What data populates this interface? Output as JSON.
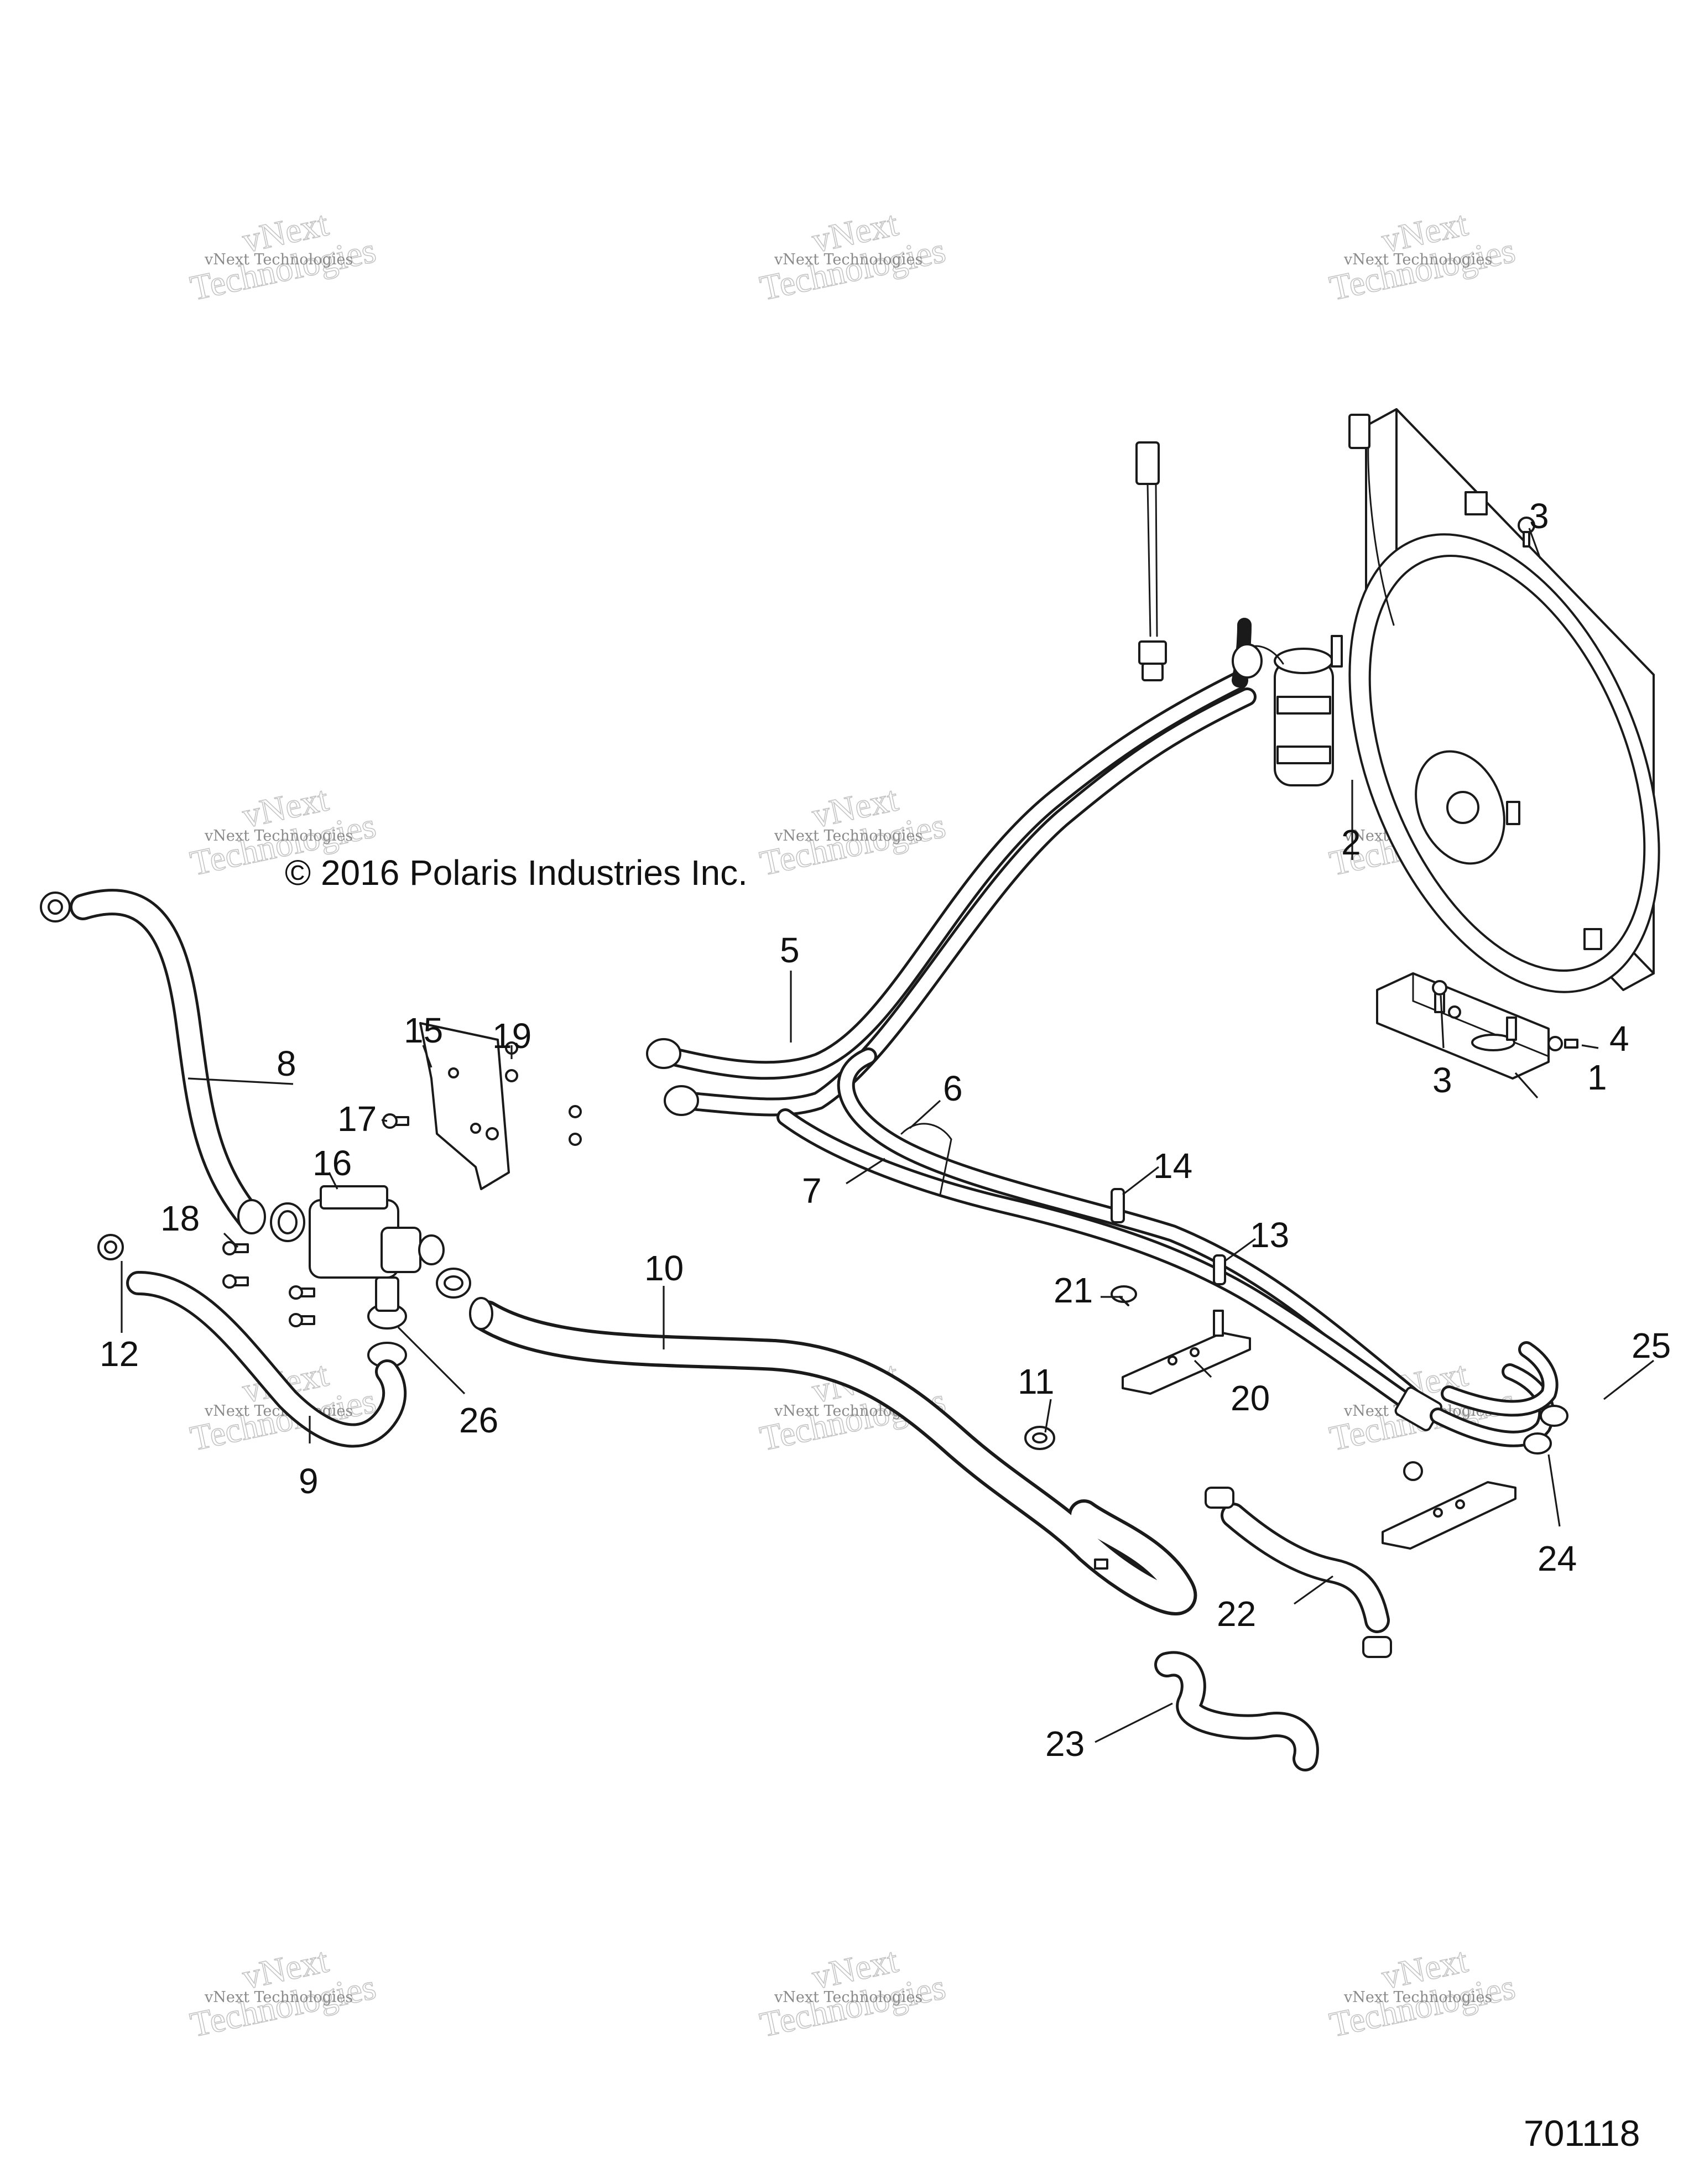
{
  "copyright": "© 2016 Polaris Industries Inc.",
  "figure_number": "701118",
  "watermark": {
    "line1": "vNext Technologies",
    "line2": "Technologies",
    "line3": "vNext"
  },
  "callouts": {
    "c1": "1",
    "c2": "2",
    "c3a": "3",
    "c3b": "3",
    "c4": "4",
    "c5": "5",
    "c6": "6",
    "c7": "7",
    "c8": "8",
    "c9": "9",
    "c10": "10",
    "c11": "11",
    "c12": "12",
    "c13": "13",
    "c14": "14",
    "c15": "15",
    "c16": "16",
    "c17": "17",
    "c18": "18",
    "c19": "19",
    "c20": "20",
    "c21": "21",
    "c22": "22",
    "c23": "23",
    "c24": "24",
    "c25": "25",
    "c26": "26"
  }
}
